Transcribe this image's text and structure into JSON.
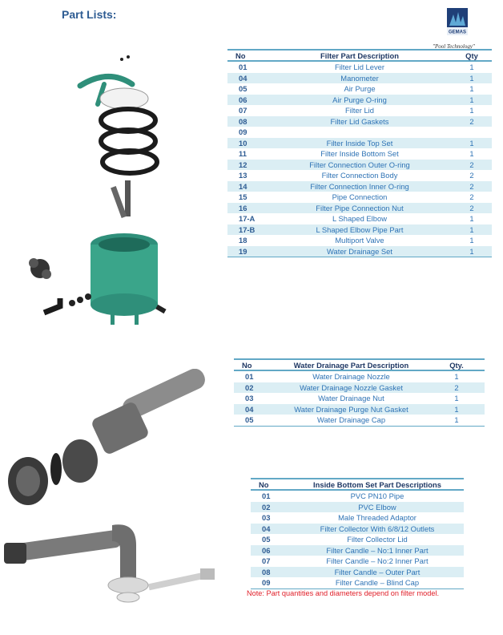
{
  "header": {
    "title": "Part Lists:",
    "logo_text": "GEMAS",
    "tagline": "\"Pool Technology\""
  },
  "filter_table": {
    "headers": {
      "no": "No",
      "description": "Filter Part Description",
      "qty": "Qty"
    },
    "rows": [
      {
        "no": "01",
        "description": "Filter Lid Lever",
        "qty": "1"
      },
      {
        "no": "04",
        "description": "Manometer",
        "qty": "1"
      },
      {
        "no": "05",
        "description": "Air Purge",
        "qty": "1"
      },
      {
        "no": "06",
        "description": "Air Purge O-ring",
        "qty": "1"
      },
      {
        "no": "07",
        "description": "Filter Lid",
        "qty": "1"
      },
      {
        "no": "08",
        "description": "Filter Lid Gaskets",
        "qty": "2"
      },
      {
        "no": "09",
        "description": "",
        "qty": ""
      },
      {
        "no": "10",
        "description": "Filter Inside Top Set",
        "qty": "1"
      },
      {
        "no": "11",
        "description": "Filter Inside Bottom Set",
        "qty": "1"
      },
      {
        "no": "12",
        "description": "Filter Connection Outer O-ring",
        "qty": "2"
      },
      {
        "no": "13",
        "description": "Filter Connection Body",
        "qty": "2"
      },
      {
        "no": "14",
        "description": "Filter Connection Inner O-ring",
        "qty": "2"
      },
      {
        "no": "15",
        "description": "Pipe Connection",
        "qty": "2"
      },
      {
        "no": "16",
        "description": "Filter Pipe Connection Nut",
        "qty": "2"
      },
      {
        "no": "17-A",
        "description": "L Shaped Elbow",
        "qty": "1"
      },
      {
        "no": "17-B",
        "description": "L Shaped Elbow Pipe Part",
        "qty": "1"
      },
      {
        "no": "18",
        "description": "Multiport Valve",
        "qty": "1"
      },
      {
        "no": "19",
        "description": "Water Drainage Set",
        "qty": "1"
      }
    ]
  },
  "drainage_table": {
    "headers": {
      "no": "No",
      "description": "Water Drainage Part Description",
      "qty": "Qty."
    },
    "rows": [
      {
        "no": "01",
        "description": "Water Drainage Nozzle",
        "qty": "1"
      },
      {
        "no": "02",
        "description": "Water Drainage Nozzle Gasket",
        "qty": "2"
      },
      {
        "no": "03",
        "description": "Water Drainage Nut",
        "qty": "1"
      },
      {
        "no": "04",
        "description": "Water Drainage Purge Nut Gasket",
        "qty": "1"
      },
      {
        "no": "05",
        "description": "Water Drainage Cap",
        "qty": "1"
      }
    ]
  },
  "bottom_table": {
    "headers": {
      "no": "No",
      "description": "Inside Bottom Set Part Descriptions"
    },
    "rows": [
      {
        "no": "01",
        "description": "PVC PN10 Pipe"
      },
      {
        "no": "02",
        "description": "PVC Elbow"
      },
      {
        "no": "03",
        "description": "Male Threaded Adaptor"
      },
      {
        "no": "04",
        "description": "Filter Collector With 6/8/12 Outlets"
      },
      {
        "no": "05",
        "description": "Filter Collector Lid"
      },
      {
        "no": "06",
        "description": "Filter Candle – No:1 Inner Part"
      },
      {
        "no": "07",
        "description": "Filter Candle – No:2 Inner Part"
      },
      {
        "no": "08",
        "description": "Filter Candle – Outer Part"
      },
      {
        "no": "09",
        "description": "Filter Candle – Blind Cap"
      }
    ]
  },
  "note": "Note: Part quantities and diameters depend on filter model.",
  "colors": {
    "accent": "#62a8c6",
    "row_fill": "#dbeef4",
    "text_blue": "#2e73b5",
    "heading_blue": "#2e5c93",
    "note_red": "#e0202a",
    "tank_green": "#3aa58a"
  }
}
